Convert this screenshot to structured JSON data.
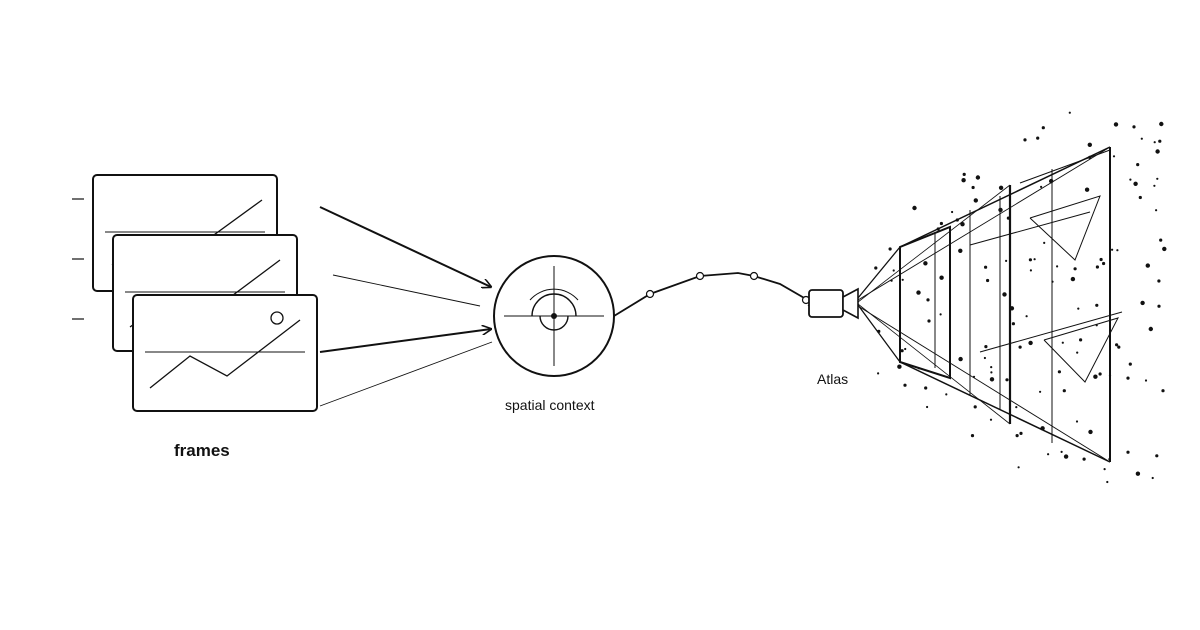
{
  "labels": {
    "frames": "frames",
    "spatial_context": "spatial context",
    "atlas": "Atlas"
  },
  "colors": {
    "stroke": "#111111",
    "background": "#ffffff"
  },
  "icons": [
    "frame-stack-icon",
    "target-icon",
    "camera-icon",
    "frustum-icon"
  ]
}
